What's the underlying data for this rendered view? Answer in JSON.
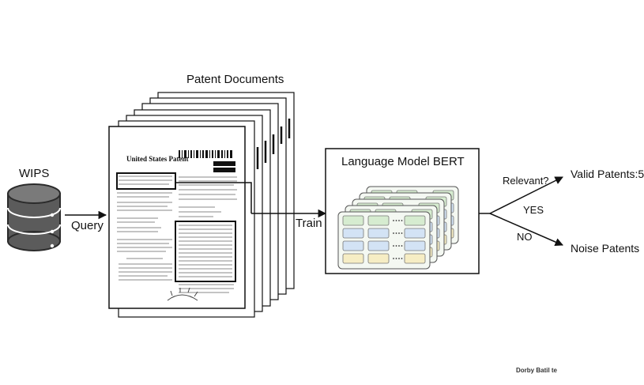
{
  "source": {
    "label": "WIPS",
    "icon": "database-icon"
  },
  "query_label": "Query",
  "documents": {
    "label": "Patent Documents",
    "patent_title": "United States Patent"
  },
  "train_label": "Train",
  "model": {
    "label": "Language Model BERT",
    "icon": "bert-stack-icon"
  },
  "decision": {
    "question": "Relevant?",
    "yes": "YES",
    "no": "NO"
  },
  "outputs": {
    "valid": "Valid Patents:5",
    "noise": "Noise Patents"
  },
  "footer": "Dorby Batil te",
  "colors": {
    "stroke": "#111111",
    "bert_green": "#d6ecd0",
    "bert_blue": "#d3e3f5",
    "bert_yellow": "#f6edc4"
  }
}
